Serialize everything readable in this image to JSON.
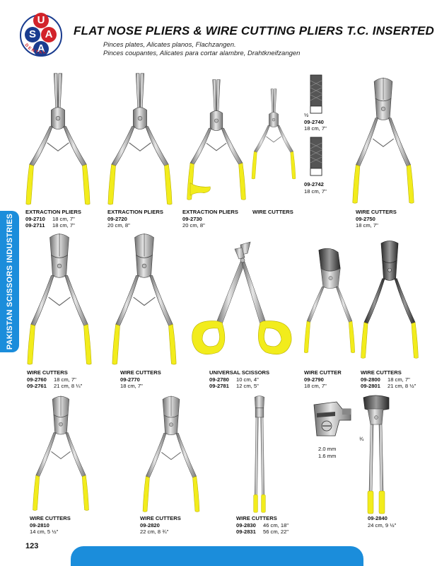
{
  "logo": {
    "letters": [
      "U",
      "S",
      "A",
      "A"
    ],
    "ring_text": "DENTAL"
  },
  "header": {
    "title": "FLAT NOSE PLIERS & WIRE CUTTING PLIERS T.C. INSERTED",
    "subtitle_lines": [
      "Pinces plates, Alicates planos, Flachzangen.",
      "Pinces coupantes, Alicates para cortar alambre, Drahtkneifzangen"
    ]
  },
  "side_tab": "PAKISTAN SCISSORS INDUSTRIES",
  "page_number": "123",
  "colors": {
    "accent_blue": "#1b8ddb",
    "handle_yellow": "#f2ec1c",
    "logo_red": "#d2232a",
    "logo_navy": "#1a3c8f"
  },
  "products": [
    {
      "name": "EXTRACTION PLIERS",
      "items": [
        {
          "code": "09-2710",
          "size": "18 cm, 7\""
        },
        {
          "code": "09-2711",
          "size": "18 cm, 7\""
        }
      ]
    },
    {
      "name": "EXTRACTION PLIERS",
      "items": [
        {
          "code": "09-2720",
          "size": ""
        }
      ],
      "extra": "20 cm, 8\""
    },
    {
      "name": "EXTRACTION PLIERS",
      "items": [
        {
          "code": "09-2730",
          "size": ""
        }
      ],
      "extra": "20 cm, 8\""
    },
    {
      "name": "WIRE CUTTERS",
      "items": []
    },
    {
      "name": "",
      "items": [
        {
          "code": "09-2740",
          "size": ""
        }
      ],
      "extra": "18 cm, 7\"",
      "scale": "½"
    },
    {
      "name": "",
      "items": [
        {
          "code": "09-2742",
          "size": ""
        }
      ],
      "extra": "18 cm, 7\""
    },
    {
      "name": "WIRE CUTTERS",
      "items": [
        {
          "code": "09-2750",
          "size": ""
        }
      ],
      "extra": "18 cm, 7\""
    },
    {
      "name": "WIRE CUTTERS",
      "items": [
        {
          "code": "09-2760",
          "size": "18 cm, 7\""
        },
        {
          "code": "09-2761",
          "size": "21 cm, 8 ¼\""
        }
      ]
    },
    {
      "name": "WIRE CUTTERS",
      "items": [
        {
          "code": "09-2770",
          "size": ""
        }
      ],
      "extra": "18 cm, 7\""
    },
    {
      "name": "UNIVERSAL SCISSORS",
      "items": [
        {
          "code": "09-2780",
          "size": "10 cm, 4\""
        },
        {
          "code": "09-2781",
          "size": "12 cm, 5\""
        }
      ]
    },
    {
      "name": "WIRE CUTTER",
      "items": [
        {
          "code": "09-2790",
          "size": ""
        }
      ],
      "extra": "18 cm, 7\""
    },
    {
      "name": "WIRE CUTTERS",
      "items": [
        {
          "code": "09-2800",
          "size": "18 cm, 7\""
        },
        {
          "code": "09-2801",
          "size": "21 cm, 8 ½\""
        }
      ]
    },
    {
      "name": "WIRE CUTTERS",
      "items": [
        {
          "code": "09-2810",
          "size": ""
        }
      ],
      "extra": "14 cm, 5 ½\""
    },
    {
      "name": "WIRE CUTTERS",
      "items": [
        {
          "code": "09-2820",
          "size": ""
        }
      ],
      "extra": "22 cm, 8 ¾\""
    },
    {
      "name": "WIRE CUTTERS",
      "items": [
        {
          "code": "09-2830",
          "size": "46 cm, 18\""
        },
        {
          "code": "09-2831",
          "size": "56 cm, 22\""
        }
      ]
    },
    {
      "name": "",
      "items": [],
      "scale": "¾",
      "extra_lines": [
        "2.0 mm",
        "1.6 mm"
      ]
    },
    {
      "name": "",
      "items": [
        {
          "code": "09-2840",
          "size": ""
        }
      ],
      "extra": "24 cm, 9 ½\""
    }
  ]
}
